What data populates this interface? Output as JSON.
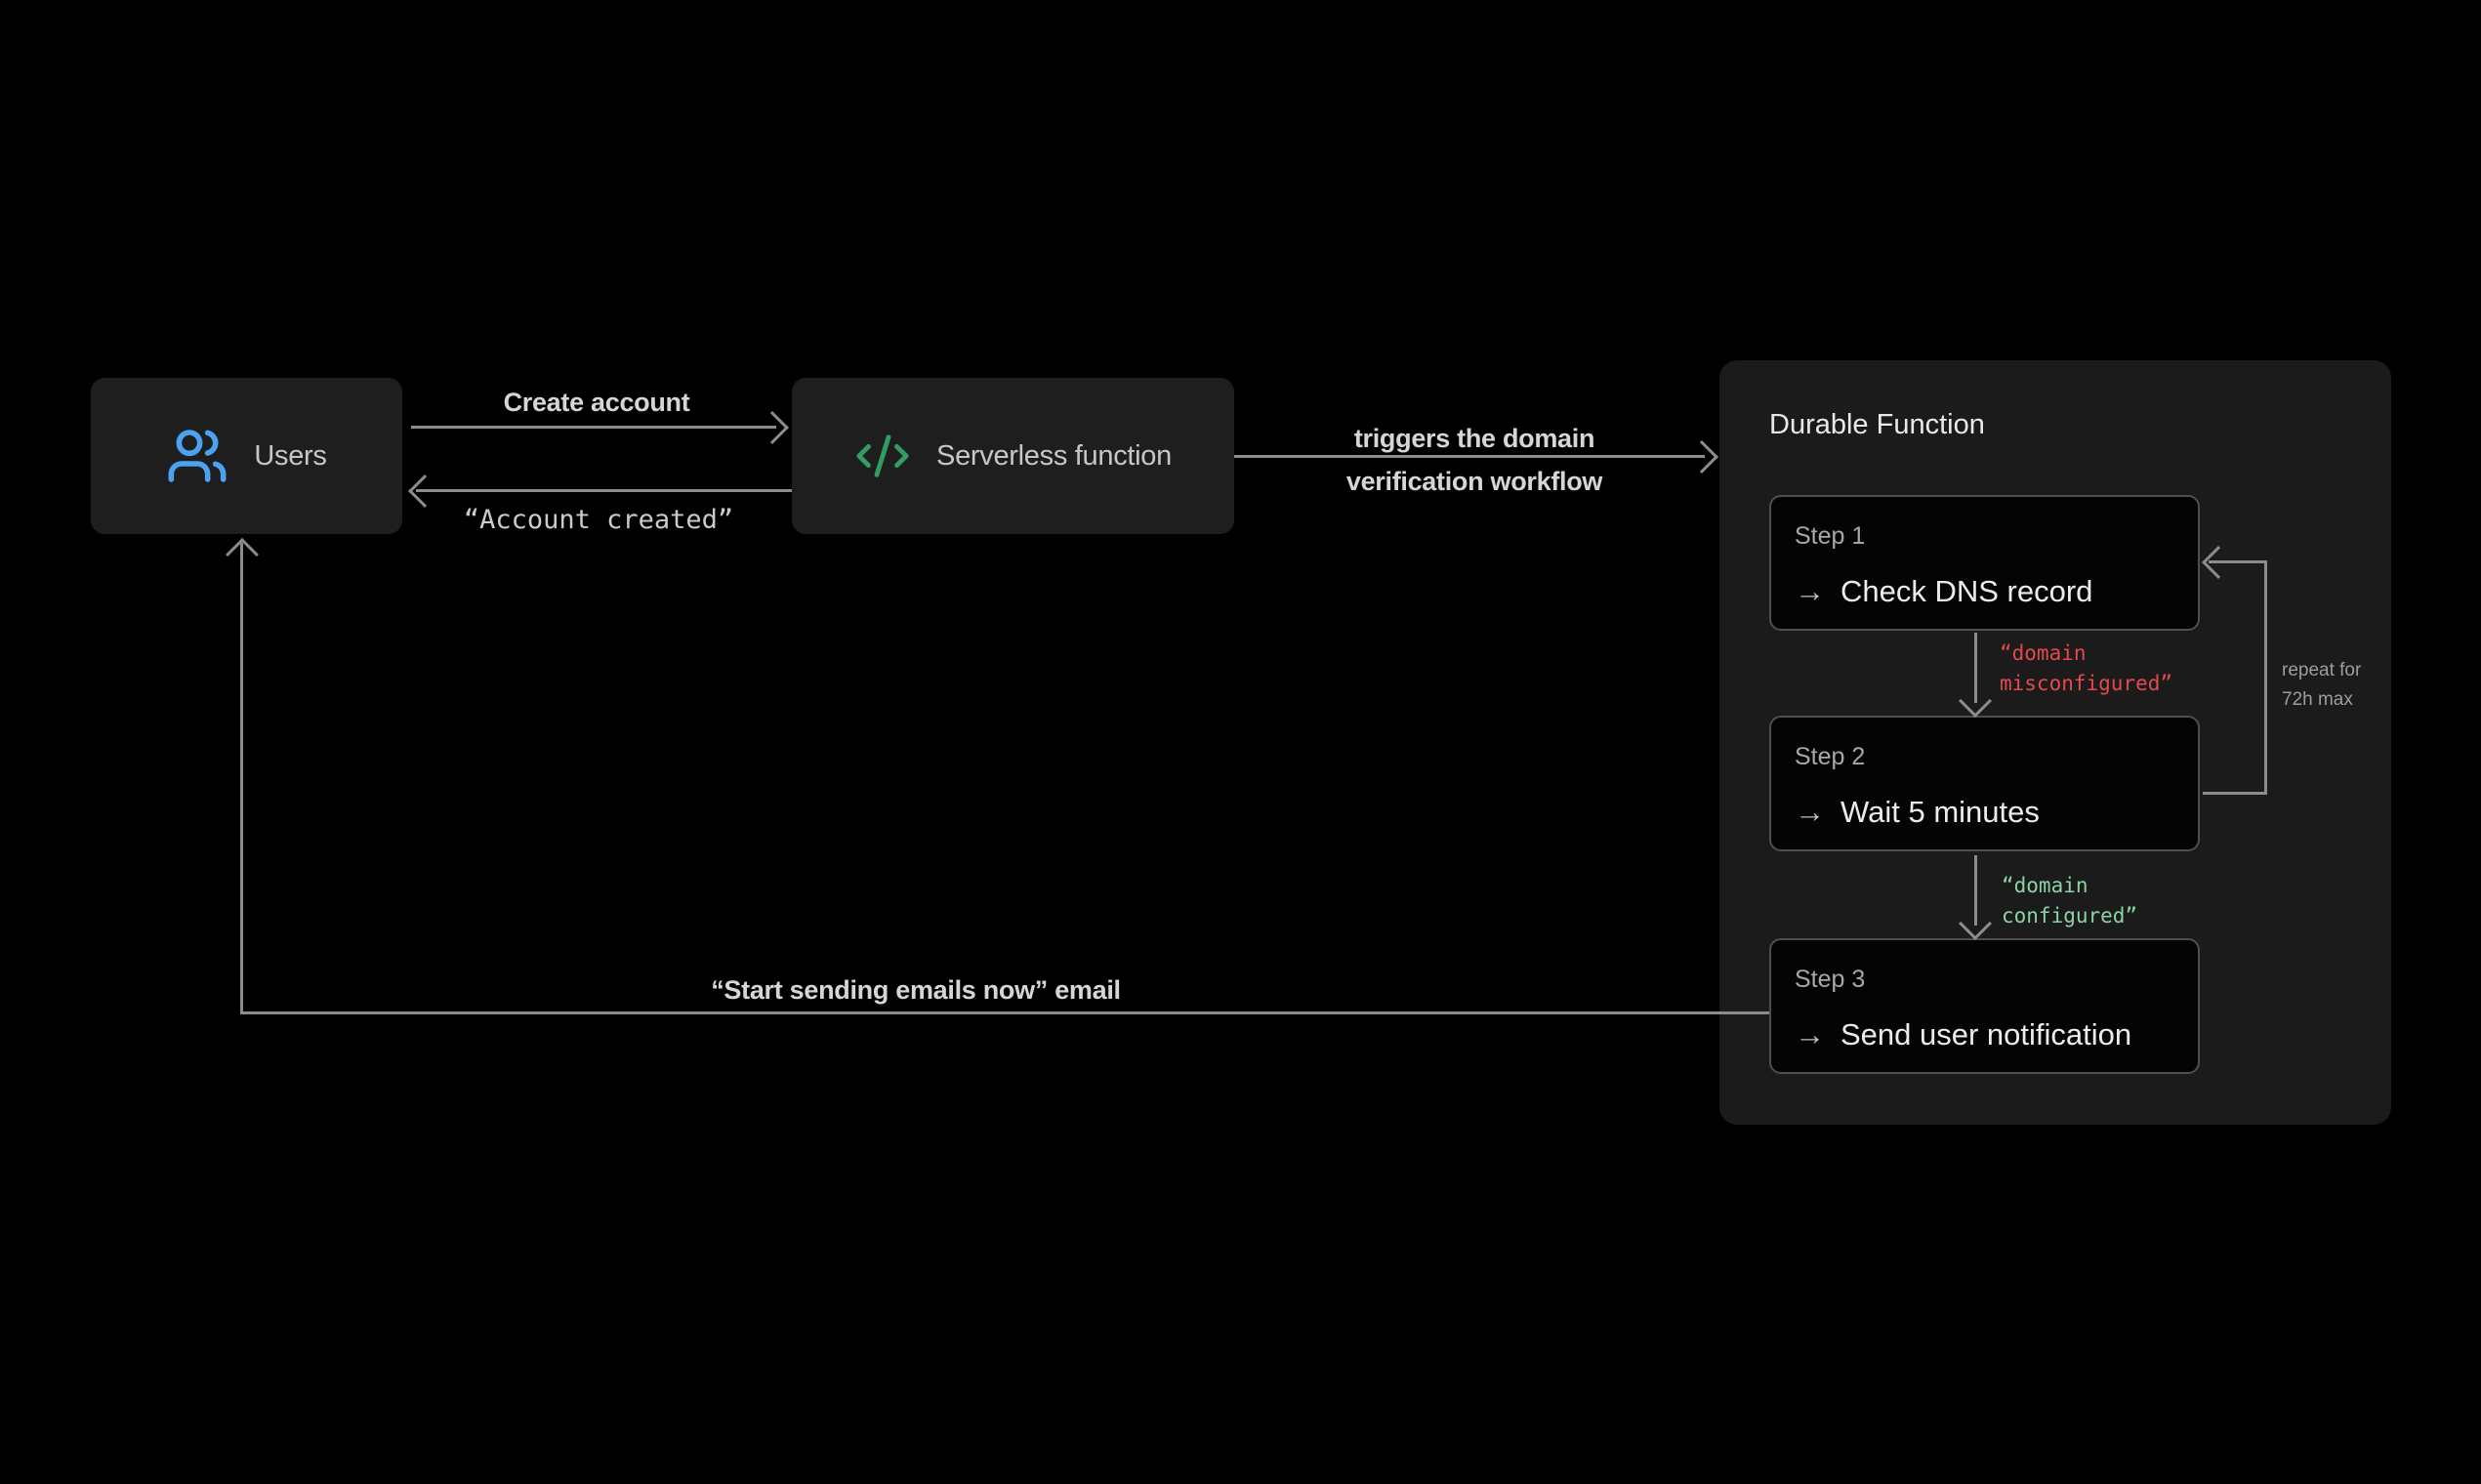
{
  "colors": {
    "background": "#000000",
    "node_background": "#1e1e1e",
    "panel_background": "#1b1b1b",
    "step_background": "#040404",
    "step_border": "#4f4f4f",
    "connector_line": "#8c8c8c",
    "accent_blue": "#4aa2f0",
    "accent_green": "#2f9e62",
    "status_red": "#e5484d",
    "status_mint": "#8bd3a5"
  },
  "icons": {
    "step_arrow": "→",
    "users_icon": "users",
    "serverless_icon": "code-brackets"
  },
  "nodes": {
    "users": {
      "label": "Users"
    },
    "serverless": {
      "label": "Serverless function"
    }
  },
  "edges": {
    "create_account": {
      "label": "Create account"
    },
    "account_created": {
      "label": "“Account created”"
    },
    "triggers": {
      "label_line1": "triggers the domain",
      "label_line2": "verification workflow"
    },
    "email": {
      "label": "“Start sending emails now” email"
    },
    "repeat": {
      "label_line1": "repeat for",
      "label_line2": "72h max"
    },
    "domain_misconfigured": {
      "label_line1": "“domain",
      "label_line2": "misconfigured”"
    },
    "domain_configured": {
      "label_line1": "“domain",
      "label_line2": "configured”"
    }
  },
  "durable_function": {
    "title": "Durable Function",
    "steps": [
      {
        "label": "Step 1",
        "action": "Check DNS record"
      },
      {
        "label": "Step 2",
        "action": "Wait 5 minutes"
      },
      {
        "label": "Step 3",
        "action": "Send user notification"
      }
    ]
  }
}
